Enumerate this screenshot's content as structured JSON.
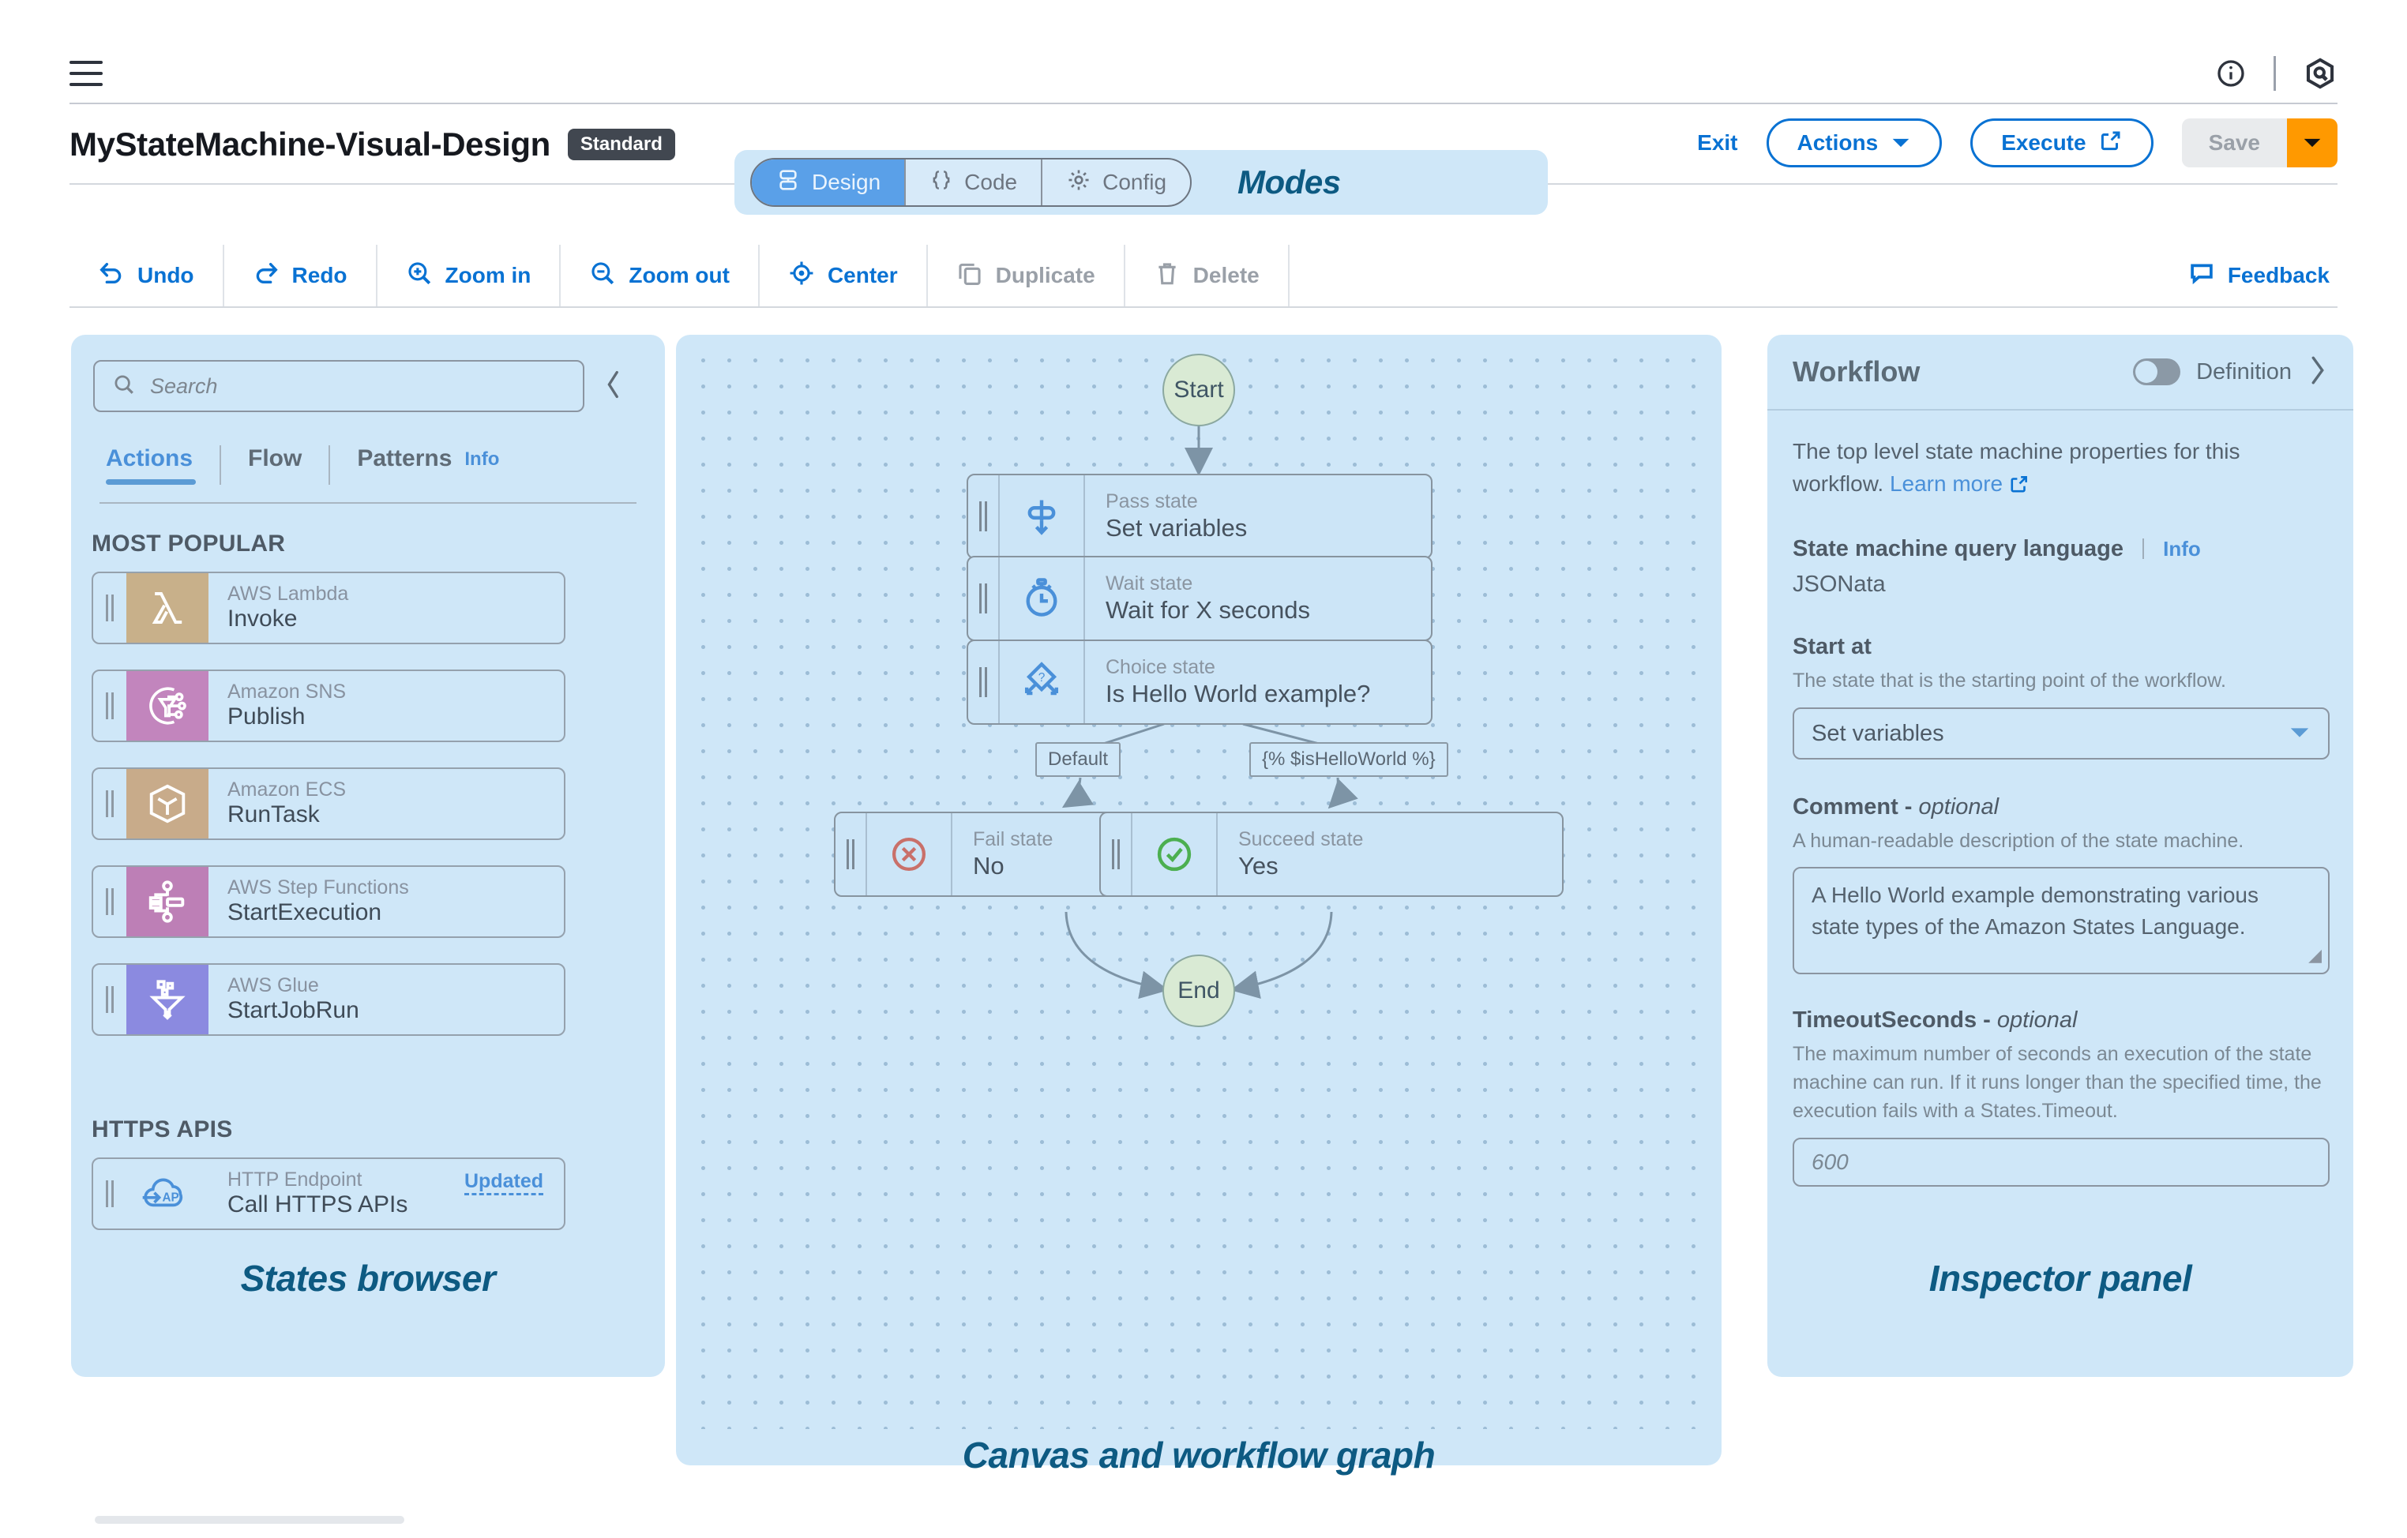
{
  "console": {
    "menu_icon": "hamburger-icon",
    "info_icon": "info-circle-icon",
    "q_icon": "amazon-q-hexagon-icon"
  },
  "header": {
    "state_machine_name": "MyStateMachine-Visual-Design",
    "type_badge": "Standard",
    "modes_annotation": "Modes",
    "modes": [
      {
        "label": "Design",
        "icon": "design-blocks-icon",
        "active": true
      },
      {
        "label": "Code",
        "icon": "curly-braces-icon",
        "active": false
      },
      {
        "label": "Config",
        "icon": "gear-icon",
        "active": false
      }
    ],
    "exit_label": "Exit",
    "actions_label": "Actions",
    "execute_label": "Execute",
    "save_label": "Save"
  },
  "toolbar": {
    "items": [
      {
        "label": "Undo",
        "icon": "undo-arrow-icon",
        "disabled": false
      },
      {
        "label": "Redo",
        "icon": "redo-arrow-icon",
        "disabled": false
      },
      {
        "label": "Zoom in",
        "icon": "zoom-in-icon",
        "disabled": false
      },
      {
        "label": "Zoom out",
        "icon": "zoom-out-icon",
        "disabled": false
      },
      {
        "label": "Center",
        "icon": "center-target-icon",
        "disabled": false
      },
      {
        "label": "Duplicate",
        "icon": "duplicate-icon",
        "disabled": true
      },
      {
        "label": "Delete",
        "icon": "trash-icon",
        "disabled": true
      }
    ],
    "feedback_label": "Feedback"
  },
  "states_browser": {
    "annotation": "States browser",
    "search_placeholder": "Search",
    "search_value": "",
    "collapse_icon": "chevron-left-icon",
    "tabs": [
      {
        "label": "Actions",
        "active": true
      },
      {
        "label": "Flow",
        "active": false
      },
      {
        "label": "Patterns",
        "active": false
      }
    ],
    "info_label": "Info",
    "sections": [
      {
        "heading": "MOST POPULAR",
        "items": [
          {
            "service": "AWS Lambda",
            "action": "Invoke",
            "icon": "aws-lambda-icon",
            "color": "#c8b08a"
          },
          {
            "service": "Amazon SNS",
            "action": "Publish",
            "icon": "amazon-sns-icon",
            "color": "#c285bd"
          },
          {
            "service": "Amazon ECS",
            "action": "RunTask",
            "icon": "amazon-ecs-icon",
            "color": "#c8ab8a"
          },
          {
            "service": "AWS Step Functions",
            "action": "StartExecution",
            "icon": "aws-step-functions-icon",
            "color": "#bd7fb6"
          },
          {
            "service": "AWS Glue",
            "action": "StartJobRun",
            "icon": "aws-glue-icon",
            "color": "#8b8ae0"
          }
        ]
      },
      {
        "heading": "HTTPS APIS",
        "items": [
          {
            "service": "HTTP Endpoint",
            "action": "Call HTTPS APIs",
            "icon": "http-api-cloud-icon",
            "color": "#cfe7f8",
            "tag": "Updated"
          }
        ]
      }
    ]
  },
  "canvas": {
    "annotation": "Canvas and workflow graph",
    "graph": {
      "start_label": "Start",
      "end_label": "End",
      "nodes": [
        {
          "type": "Pass state",
          "name": "Set variables",
          "icon": "pass-state-icon"
        },
        {
          "type": "Wait state",
          "name": "Wait for X seconds",
          "icon": "wait-clock-icon"
        },
        {
          "type": "Choice state",
          "name": "Is Hello World example?",
          "icon": "choice-diamond-icon"
        },
        {
          "type": "Fail state",
          "name": "No",
          "icon": "fail-x-circle-icon"
        },
        {
          "type": "Succeed state",
          "name": "Yes",
          "icon": "succeed-check-circle-icon"
        }
      ],
      "edge_labels": [
        "Default",
        "{% $isHelloWorld %}"
      ]
    }
  },
  "inspector": {
    "annotation": "Inspector panel",
    "title": "Workflow",
    "definition_toggle_label": "Definition",
    "definition_toggle_on": false,
    "expand_icon": "chevron-right-icon",
    "description": "The top level state machine properties for this workflow.",
    "learn_more": "Learn more",
    "query_language": {
      "label": "State machine query language",
      "info": "Info",
      "value": "JSONata"
    },
    "start_at": {
      "label": "Start at",
      "hint": "The state that is the starting point of the workflow.",
      "value": "Set variables"
    },
    "comment": {
      "label": "Comment -",
      "label_optional": "optional",
      "hint": "A human-readable description of the state machine.",
      "value": "A Hello World example demonstrating various state types of the Amazon States Language."
    },
    "timeout": {
      "label": "TimeoutSeconds -",
      "label_optional": "optional",
      "hint": "The maximum number of seconds an execution of the state machine can run. If it runs longer than the specified time, the execution fails with a States.Timeout.",
      "placeholder": "600",
      "value": ""
    }
  },
  "colors": {
    "accent_blue": "#0972d3",
    "panel_blue": "#cfe7f8",
    "annotation_blue": "#0d5a82",
    "orange": "#ff9900",
    "success_green": "#4caf50",
    "fail_red": "#c9706a"
  }
}
